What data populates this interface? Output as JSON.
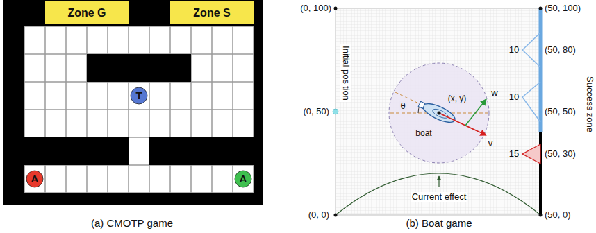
{
  "diagram": {
    "nodes": [
      {
        "text": [
          "Zone G"
        ]
      },
      {
        "text": [
          "Zone S"
        ]
      },
      {
        "text": [
          "T"
        ]
      },
      {
        "text": [
          "A"
        ]
      },
      {
        "text": [
          "A"
        ]
      }
    ],
    "labels": [
      "(0, 100)",
      "(50, 100)",
      "10",
      "(50, 80)",
      "Initial position",
      "(0, 50)",
      "θ",
      "(x, y)",
      "w",
      "10",
      "(50, 50)",
      "Success zone",
      "boat",
      "v",
      "15",
      "(50, 30)",
      "Current effect",
      "(0, 0)",
      "(50, 0)",
      "(a) CMOTP game",
      "(b) Boat game"
    ]
  }
}
